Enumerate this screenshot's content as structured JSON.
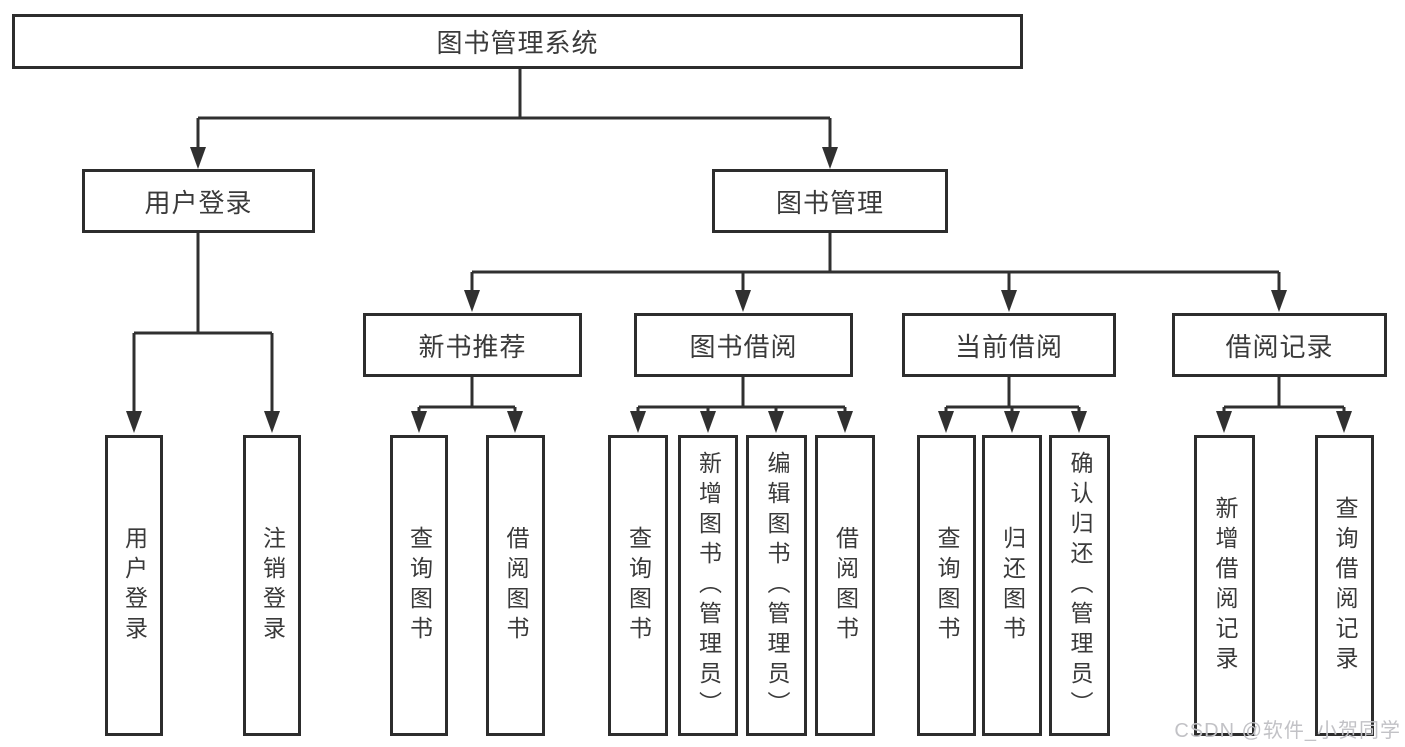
{
  "colors": {
    "background": "#ffffff",
    "line": "#303030",
    "box_border": "#2d2d2d",
    "text": "#3a3a3a",
    "watermark": "#c2c2c6"
  },
  "watermark": {
    "text": "CSDN @软件_小贺同学"
  },
  "tree": {
    "label": "图书管理系统",
    "children": [
      {
        "label": "用户登录",
        "children": [
          {
            "label": "用户登录"
          },
          {
            "label": "注销登录"
          }
        ]
      },
      {
        "label": "图书管理",
        "children": [
          {
            "label": "新书推荐",
            "children": [
              {
                "label": "查询图书"
              },
              {
                "label": "借阅图书"
              }
            ]
          },
          {
            "label": "图书借阅",
            "children": [
              {
                "label": "查询图书"
              },
              {
                "label": "新增图书（管理员）"
              },
              {
                "label": "编辑图书（管理员）"
              },
              {
                "label": "借阅图书"
              }
            ]
          },
          {
            "label": "当前借阅",
            "children": [
              {
                "label": "查询图书"
              },
              {
                "label": "归还图书"
              },
              {
                "label": "确认归还（管理员）"
              }
            ]
          },
          {
            "label": "借阅记录",
            "children": [
              {
                "label": "新增借阅记录"
              },
              {
                "label": "查询借阅记录"
              }
            ]
          }
        ]
      }
    ]
  }
}
